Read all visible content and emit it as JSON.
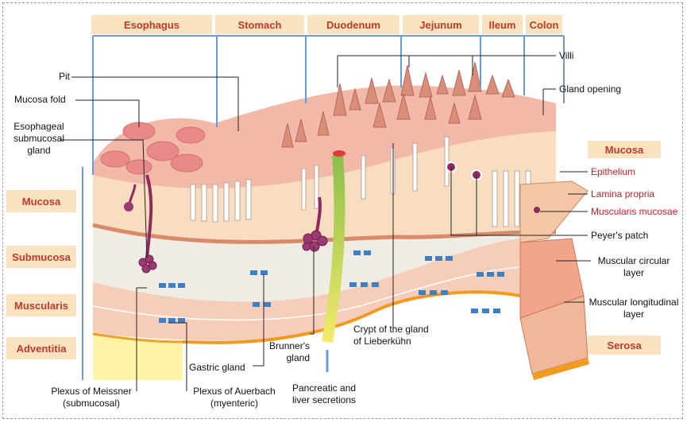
{
  "segments": {
    "esophagus": "Esophagus",
    "stomach": "Stomach",
    "duodenum": "Duodenum",
    "jejunum": "Jejunum",
    "ileum": "Ileum",
    "colon": "Colon"
  },
  "layers": {
    "mucosa": "Mucosa",
    "submucosa": "Submucosa",
    "muscularis": "Muscularis",
    "adventitia": "Adventitia"
  },
  "labels": {
    "pit": "Pit",
    "mucosa_fold": "Mucosa fold",
    "esophageal_gland": [
      "Esophageal",
      "submucosal",
      "gland"
    ],
    "villi": "Villi",
    "gland_opening": "Gland opening",
    "mucosa_box": "Mucosa",
    "epithelium": "Epithelium",
    "lamina_propria": "Lamina propria",
    "muscularis_mucosae": "Muscularis mucosae",
    "peyers_patch": "Peyer's patch",
    "muscular_circular": [
      "Muscular circular",
      "layer"
    ],
    "muscular_longitudinal": [
      "Muscular longitudinal",
      "layer"
    ],
    "serosa": "Serosa",
    "crypt": [
      "Crypt of the gland",
      "of Lieberkühn"
    ],
    "brunners_gland": [
      "Brunner's",
      "gland"
    ],
    "gastric_gland": "Gastric gland",
    "pancreatic": [
      "Pancreatic and",
      "liver secretions"
    ],
    "plexus_meissner": [
      "Plexus of Meissner",
      "(submucosal)"
    ],
    "plexus_auerbach": [
      "Plexus of Auerbach",
      "(myenteric)"
    ]
  },
  "colors": {
    "header_fill": "#fbe3c0",
    "label_red": "#c0392b",
    "divider_blue": "#6b9bd1",
    "mucosa": "#f8ddc0",
    "submucosa": "#efece4",
    "muscularis": "#f6cdb8",
    "adventitia": "#fff3a6",
    "serosa": "#f09a20"
  }
}
